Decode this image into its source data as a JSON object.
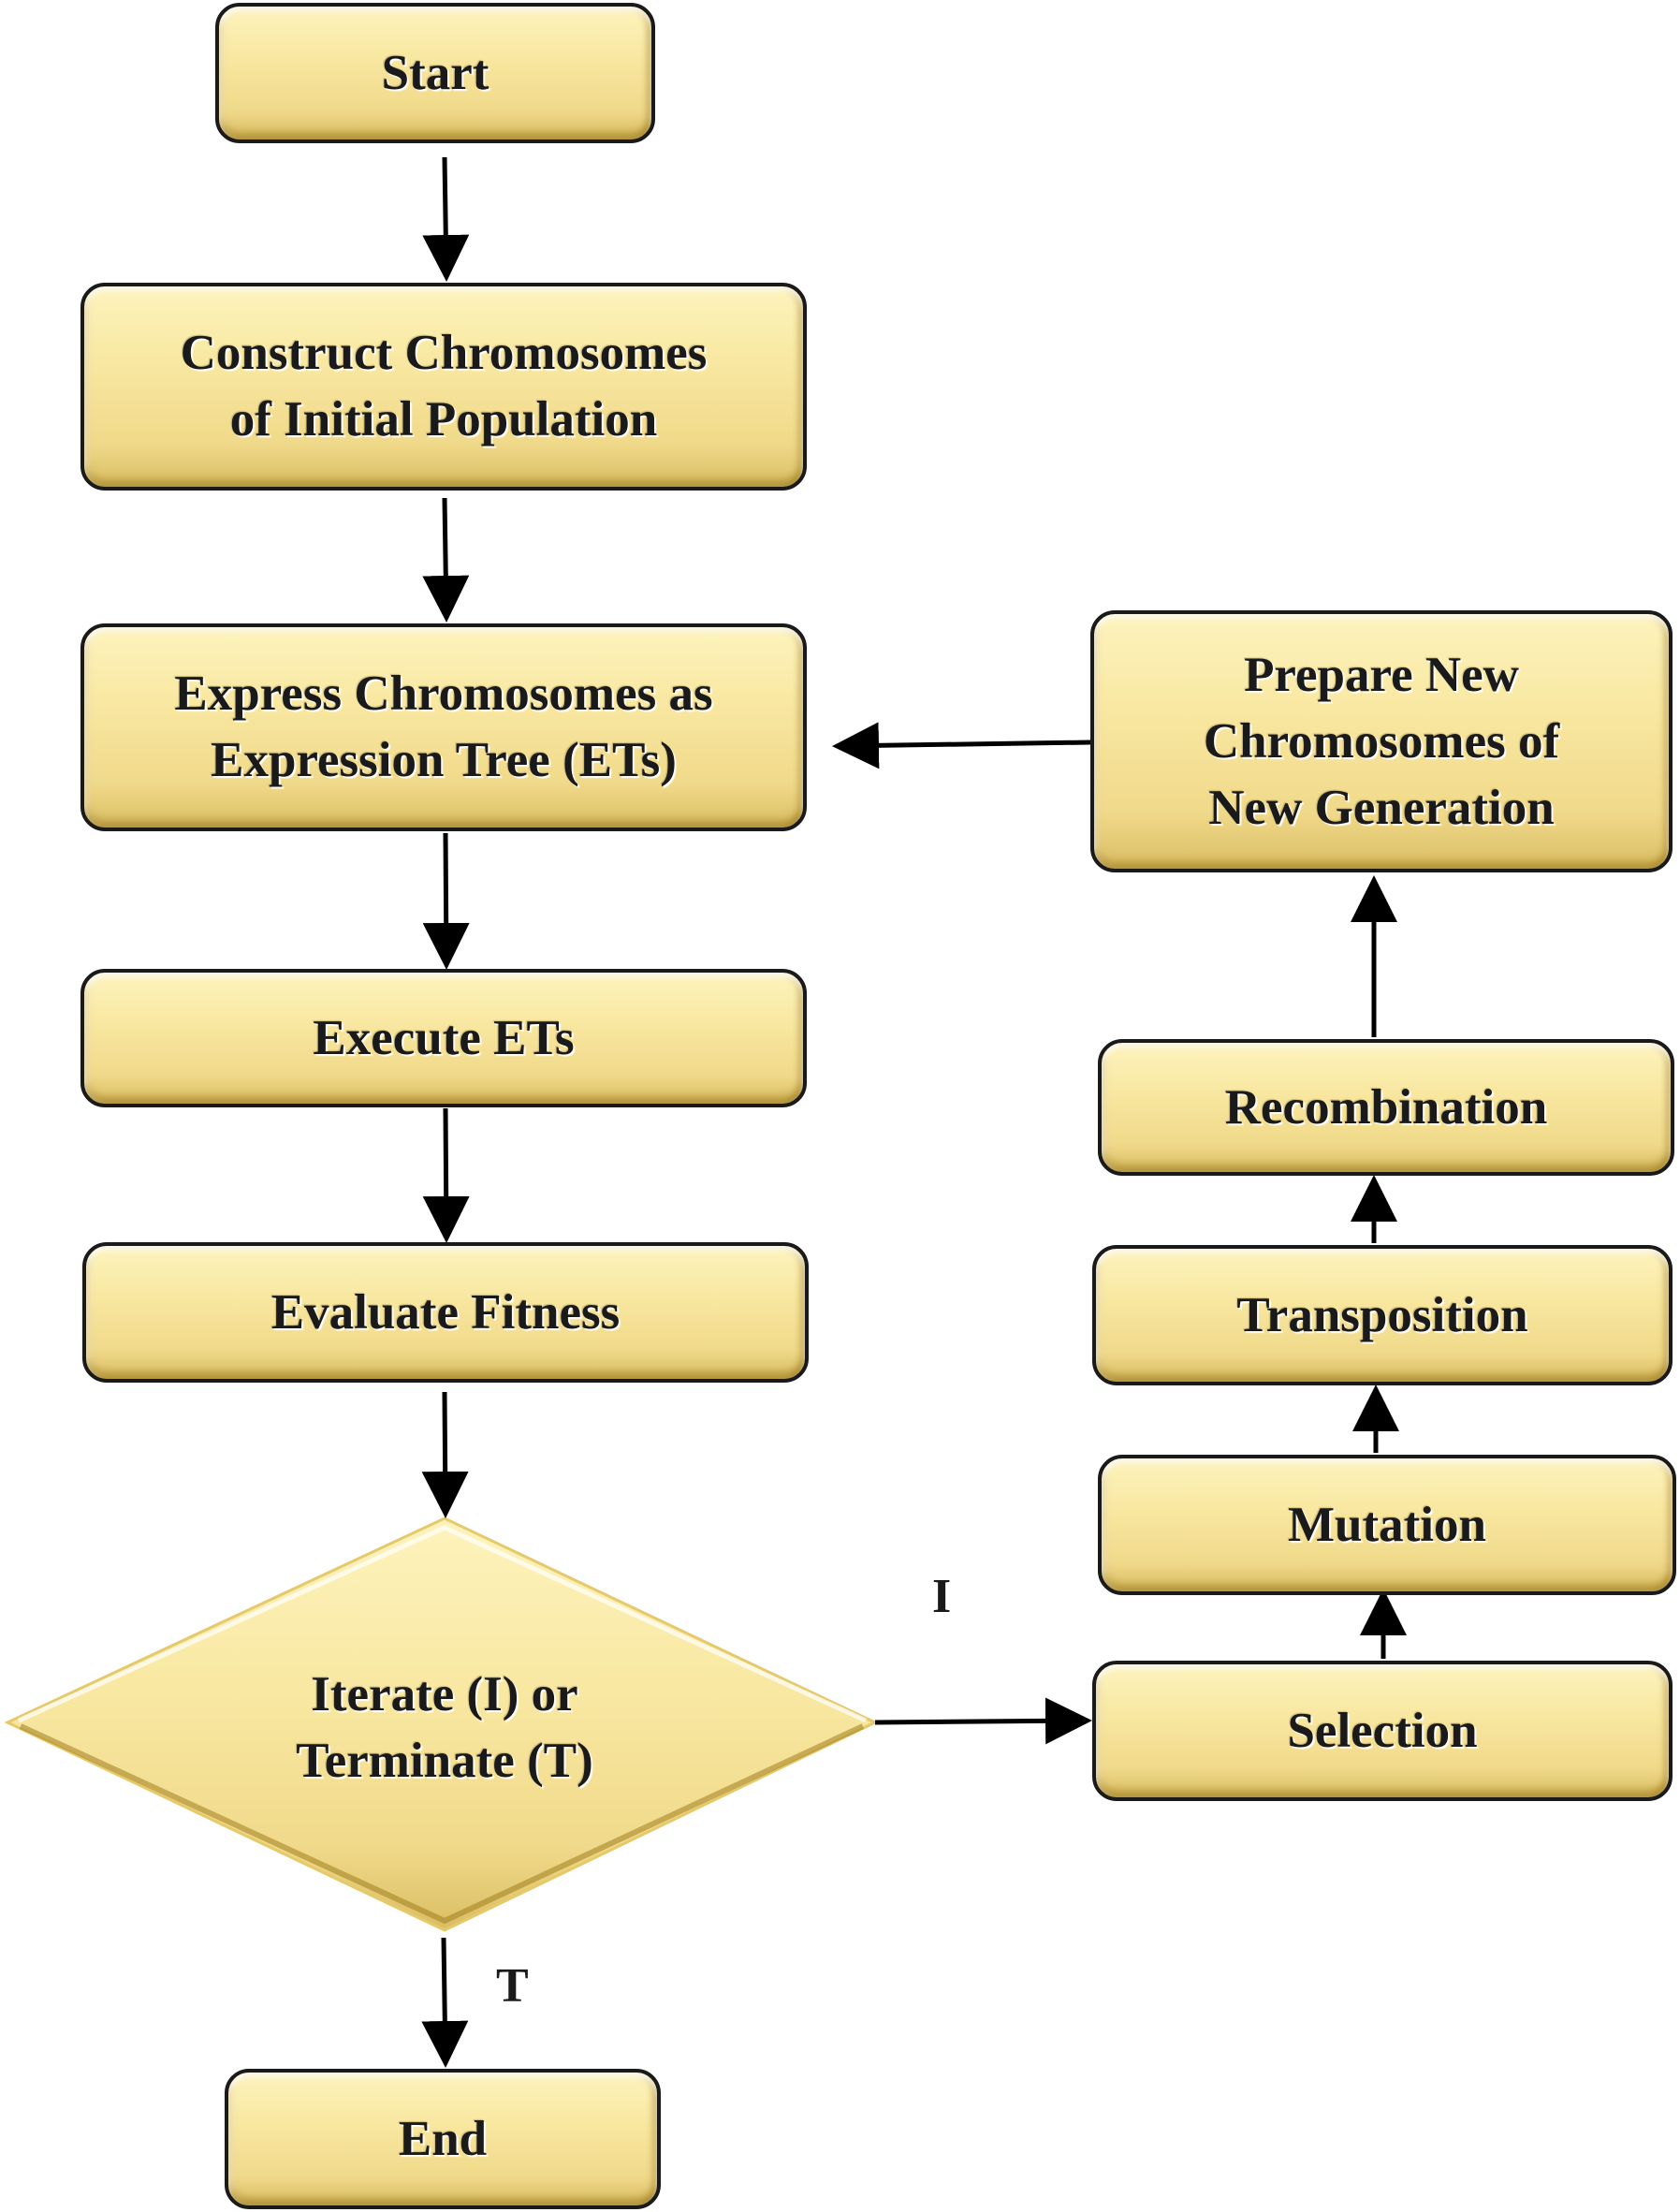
{
  "diagram": {
    "nodes": {
      "start": "Start",
      "construct": "Construct Chromosomes\nof Initial  Population",
      "express": "Express Chromosomes as\nExpression Tree (ETs)",
      "execute": "Execute ETs",
      "evaluate": "Evaluate Fitness",
      "decision": "Iterate (I) or\nTerminate (T)",
      "end": "End",
      "prepare": "Prepare New\nChromosomes of\nNew Generation",
      "recombination": "Recombination",
      "transposition": "Transposition",
      "mutation": "Mutation",
      "selection": "Selection"
    },
    "edge_labels": {
      "iterate": "I",
      "terminate": "T"
    },
    "edges": [
      {
        "from": "start",
        "to": "construct"
      },
      {
        "from": "construct",
        "to": "express"
      },
      {
        "from": "express",
        "to": "execute"
      },
      {
        "from": "execute",
        "to": "evaluate"
      },
      {
        "from": "evaluate",
        "to": "decision"
      },
      {
        "from": "decision",
        "to": "end",
        "label": "T"
      },
      {
        "from": "decision",
        "to": "selection",
        "label": "I"
      },
      {
        "from": "selection",
        "to": "mutation"
      },
      {
        "from": "mutation",
        "to": "transposition"
      },
      {
        "from": "transposition",
        "to": "recombination"
      },
      {
        "from": "recombination",
        "to": "prepare"
      },
      {
        "from": "prepare",
        "to": "express"
      }
    ],
    "colors": {
      "box_fill": "#f8e7a0",
      "box_border": "#1a1a1a",
      "arrow": "#000000"
    }
  }
}
